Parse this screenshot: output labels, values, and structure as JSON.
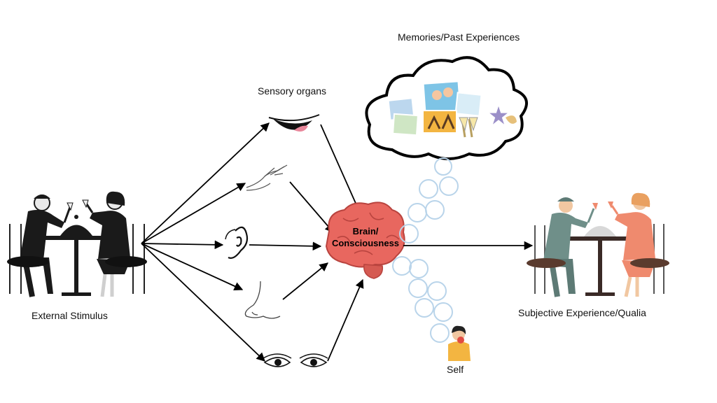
{
  "labels": {
    "memories": "Memories/Past Experiences",
    "sensory": "Sensory organs",
    "external": "External Stimulus",
    "brain_line1": "Brain/",
    "brain_line2": "Consciousness",
    "subjective": "Subjective Experience/Qualia",
    "self": "Self"
  },
  "icons": [
    "couple-dining-icon",
    "mouth-icon",
    "hand-icon",
    "ear-icon",
    "nose-icon",
    "eyes-icon",
    "brain-icon",
    "thought-cloud-icon",
    "self-person-icon",
    "colored-couple-dining-icon"
  ],
  "colors": {
    "brain": "#e8675f",
    "brain_dark": "#b9443f",
    "bubble": "#b9d4ea",
    "left_couple": "#1a1a1a",
    "right_man": "#6f8f89",
    "right_woman": "#ef8a6e",
    "arrow": "#000000"
  }
}
